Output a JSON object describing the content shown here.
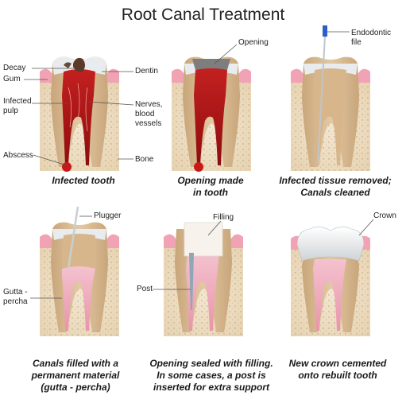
{
  "title": "Root Canal Treatment",
  "labels": {
    "decay": "Decay",
    "gum": "Gum",
    "infected_pulp_1": "Infected",
    "infected_pulp_2": "pulp",
    "abscess": "Abscess",
    "dentin": "Dentin",
    "nerves_1": "Nerves,",
    "nerves_2": "blood",
    "nerves_3": "vessels",
    "bone": "Bone",
    "opening": "Opening",
    "endodontic_1": "Endodontic",
    "endodontic_2": "file",
    "plugger": "Plugger",
    "gutta_1": "Gutta -",
    "gutta_2": "percha",
    "filling": "Filling",
    "post": "Post",
    "crown": "Crown"
  },
  "captions": {
    "p1": [
      "Infected tooth"
    ],
    "p2": [
      "Opening made",
      "in tooth"
    ],
    "p3": [
      "Infected tissue removed;",
      "Canals cleaned"
    ],
    "p4": [
      "Canals filled with a",
      "permanent material",
      "(gutta - percha)"
    ],
    "p5": [
      "Opening sealed with filling.",
      "In some cases, a post is",
      "inserted for extra support"
    ],
    "p6": [
      "New crown cemented",
      "onto rebuilt tooth"
    ]
  }
}
